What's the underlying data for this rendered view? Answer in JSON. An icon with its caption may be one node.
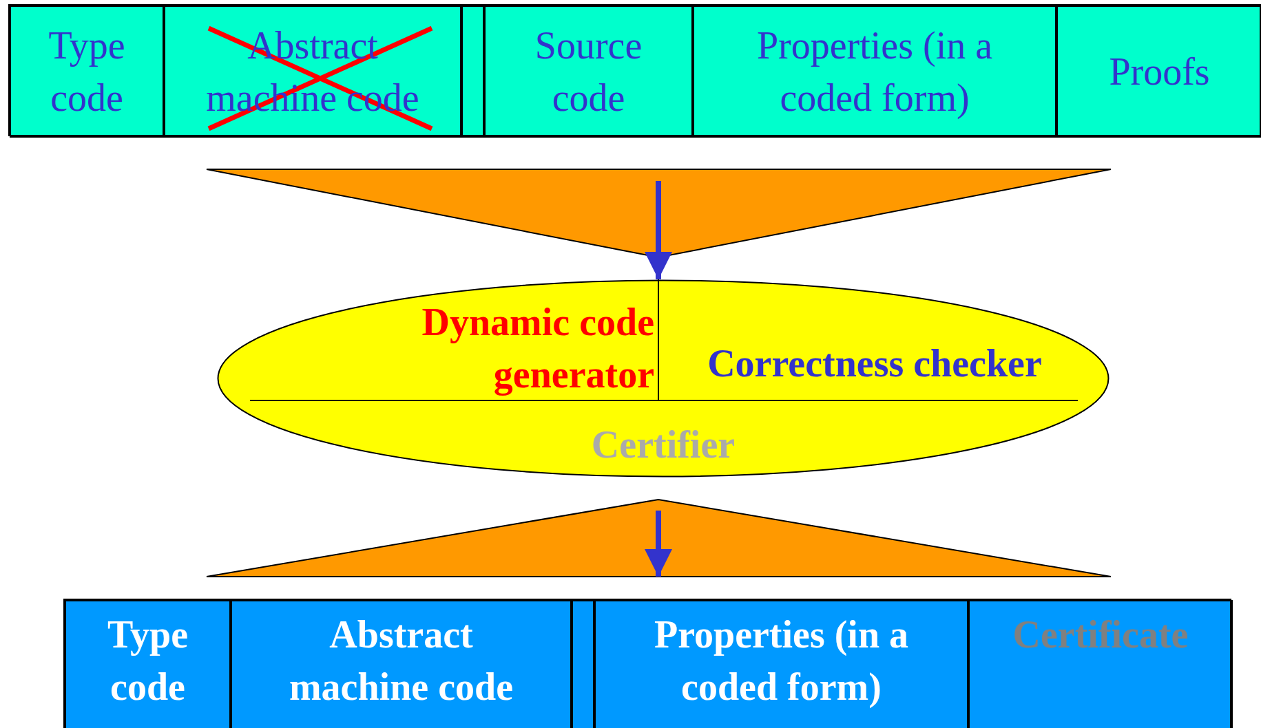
{
  "diagram": {
    "nodes": [
      {
        "text": [],
        "shape": "bar"
      },
      {
        "text": [
          "Type code"
        ],
        "in": 0
      },
      {
        "text": [
          "Abstract machine code"
        ],
        "in": 0
      },
      {
        "text": [],
        "shape": "box",
        "in": 0
      },
      {
        "text": [
          "Source code"
        ],
        "in": 0
      },
      {
        "text": [
          "Properties (in a coded form)"
        ],
        "in": 0
      },
      {
        "text": [
          "Proofs"
        ],
        "in": 0
      },
      {
        "text": [
          "Certifier"
        ]
      },
      {
        "text": [
          "Dynamic code generator"
        ],
        "in": 7
      },
      {
        "text": [
          "Correctness checker"
        ],
        "in": 7
      },
      {
        "text": [],
        "shape": "bar"
      },
      {
        "text": [
          "Type code"
        ],
        "in": 10
      },
      {
        "text": [
          "Abstract machine code"
        ],
        "in": 10
      },
      {
        "text": [],
        "shape": "box",
        "in": 10
      },
      {
        "text": [
          "Properties (in a coded form)"
        ],
        "in": 10
      },
      {
        "text": [
          "Certificate"
        ],
        "in": 10
      }
    ],
    "edges": [
      {
        "from": 0,
        "to": 7,
        "arrow": "to"
      },
      {
        "from": 7,
        "to": 10,
        "arrow": "to"
      }
    ]
  }
}
